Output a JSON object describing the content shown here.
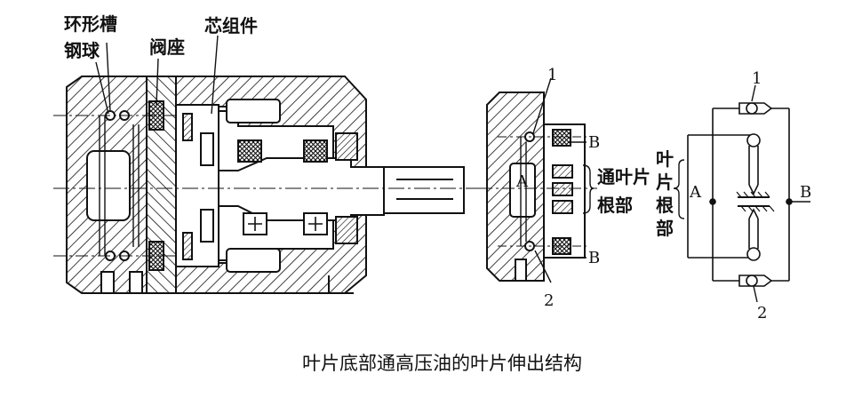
{
  "pump": {
    "labels": {
      "ring_groove": "环形槽",
      "steel_ball": "钢球",
      "valve_seat": "阀座",
      "core_assembly": "芯组件"
    }
  },
  "section": {
    "label_1": "1",
    "label_2": "2",
    "label_A": "A",
    "label_B_top": "B",
    "label_B_bottom": "B",
    "to_vane_root": "通叶片根部",
    "to_vane_root_line1": "通叶片",
    "to_vane_root_line2": "根部"
  },
  "schematic": {
    "label_1": "1",
    "label_2": "2",
    "label_A": "A",
    "label_B": "B",
    "vane_root": "叶片根部",
    "vane_root_chars": [
      "叶",
      "片",
      "根",
      "部"
    ]
  },
  "caption": "叶片底部通高压油的叶片伸出结构",
  "colors": {
    "ink": "#111111",
    "background": "#ffffff"
  }
}
